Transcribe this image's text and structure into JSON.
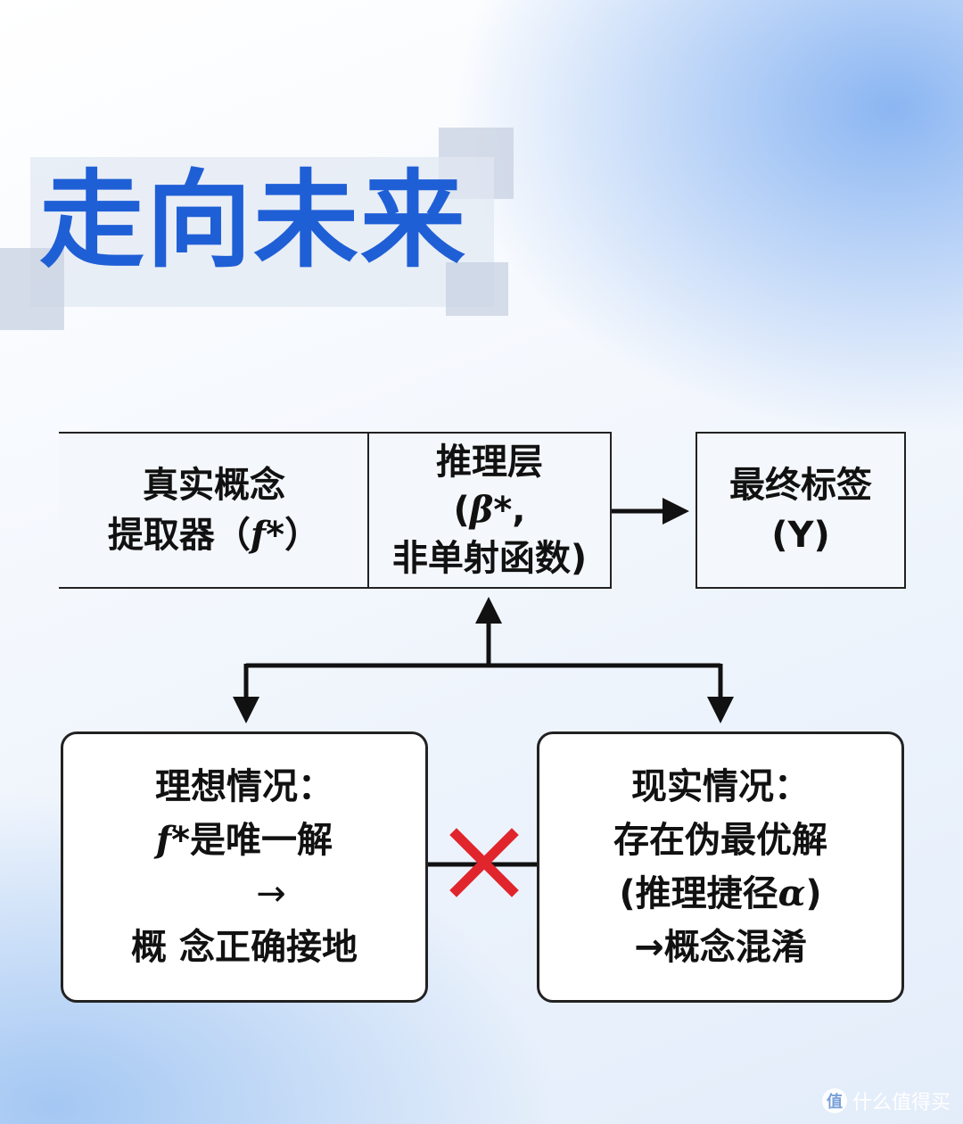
{
  "title": "走向未来",
  "top_row": {
    "extractor": {
      "line1": "真实概念",
      "line2_prefix": "提取器（",
      "f_symbol": "f",
      "star": "*",
      "line2_suffix": "）"
    },
    "reasoning": {
      "line1": "推理层",
      "line2_prefix": "(",
      "beta_symbol": "β",
      "line2_suffix": "*,",
      "line3": "非单射函数)"
    },
    "label": {
      "line1": "最终标签",
      "line2": "(Y)"
    }
  },
  "bottom_row": {
    "ideal": {
      "line1": "理想情况：",
      "f_symbol": "f",
      "line2_suffix": "*是唯一解",
      "arrow": "→",
      "line4": "概 念正确接地"
    },
    "reality": {
      "line1": "现实情况：",
      "line2": "存在伪最优解",
      "line3_prefix": "(推理捷径",
      "alpha_symbol": "α",
      "line3_suffix": ")",
      "line4": "→概念混淆"
    }
  },
  "icons": {
    "arrow": "arrow-icon",
    "cross": "cross-icon"
  },
  "colors": {
    "title": "#1f5fd6",
    "cross": "#e0262c",
    "stroke": "#111111"
  },
  "watermark": {
    "icon": "值",
    "text": "什么值得买"
  }
}
